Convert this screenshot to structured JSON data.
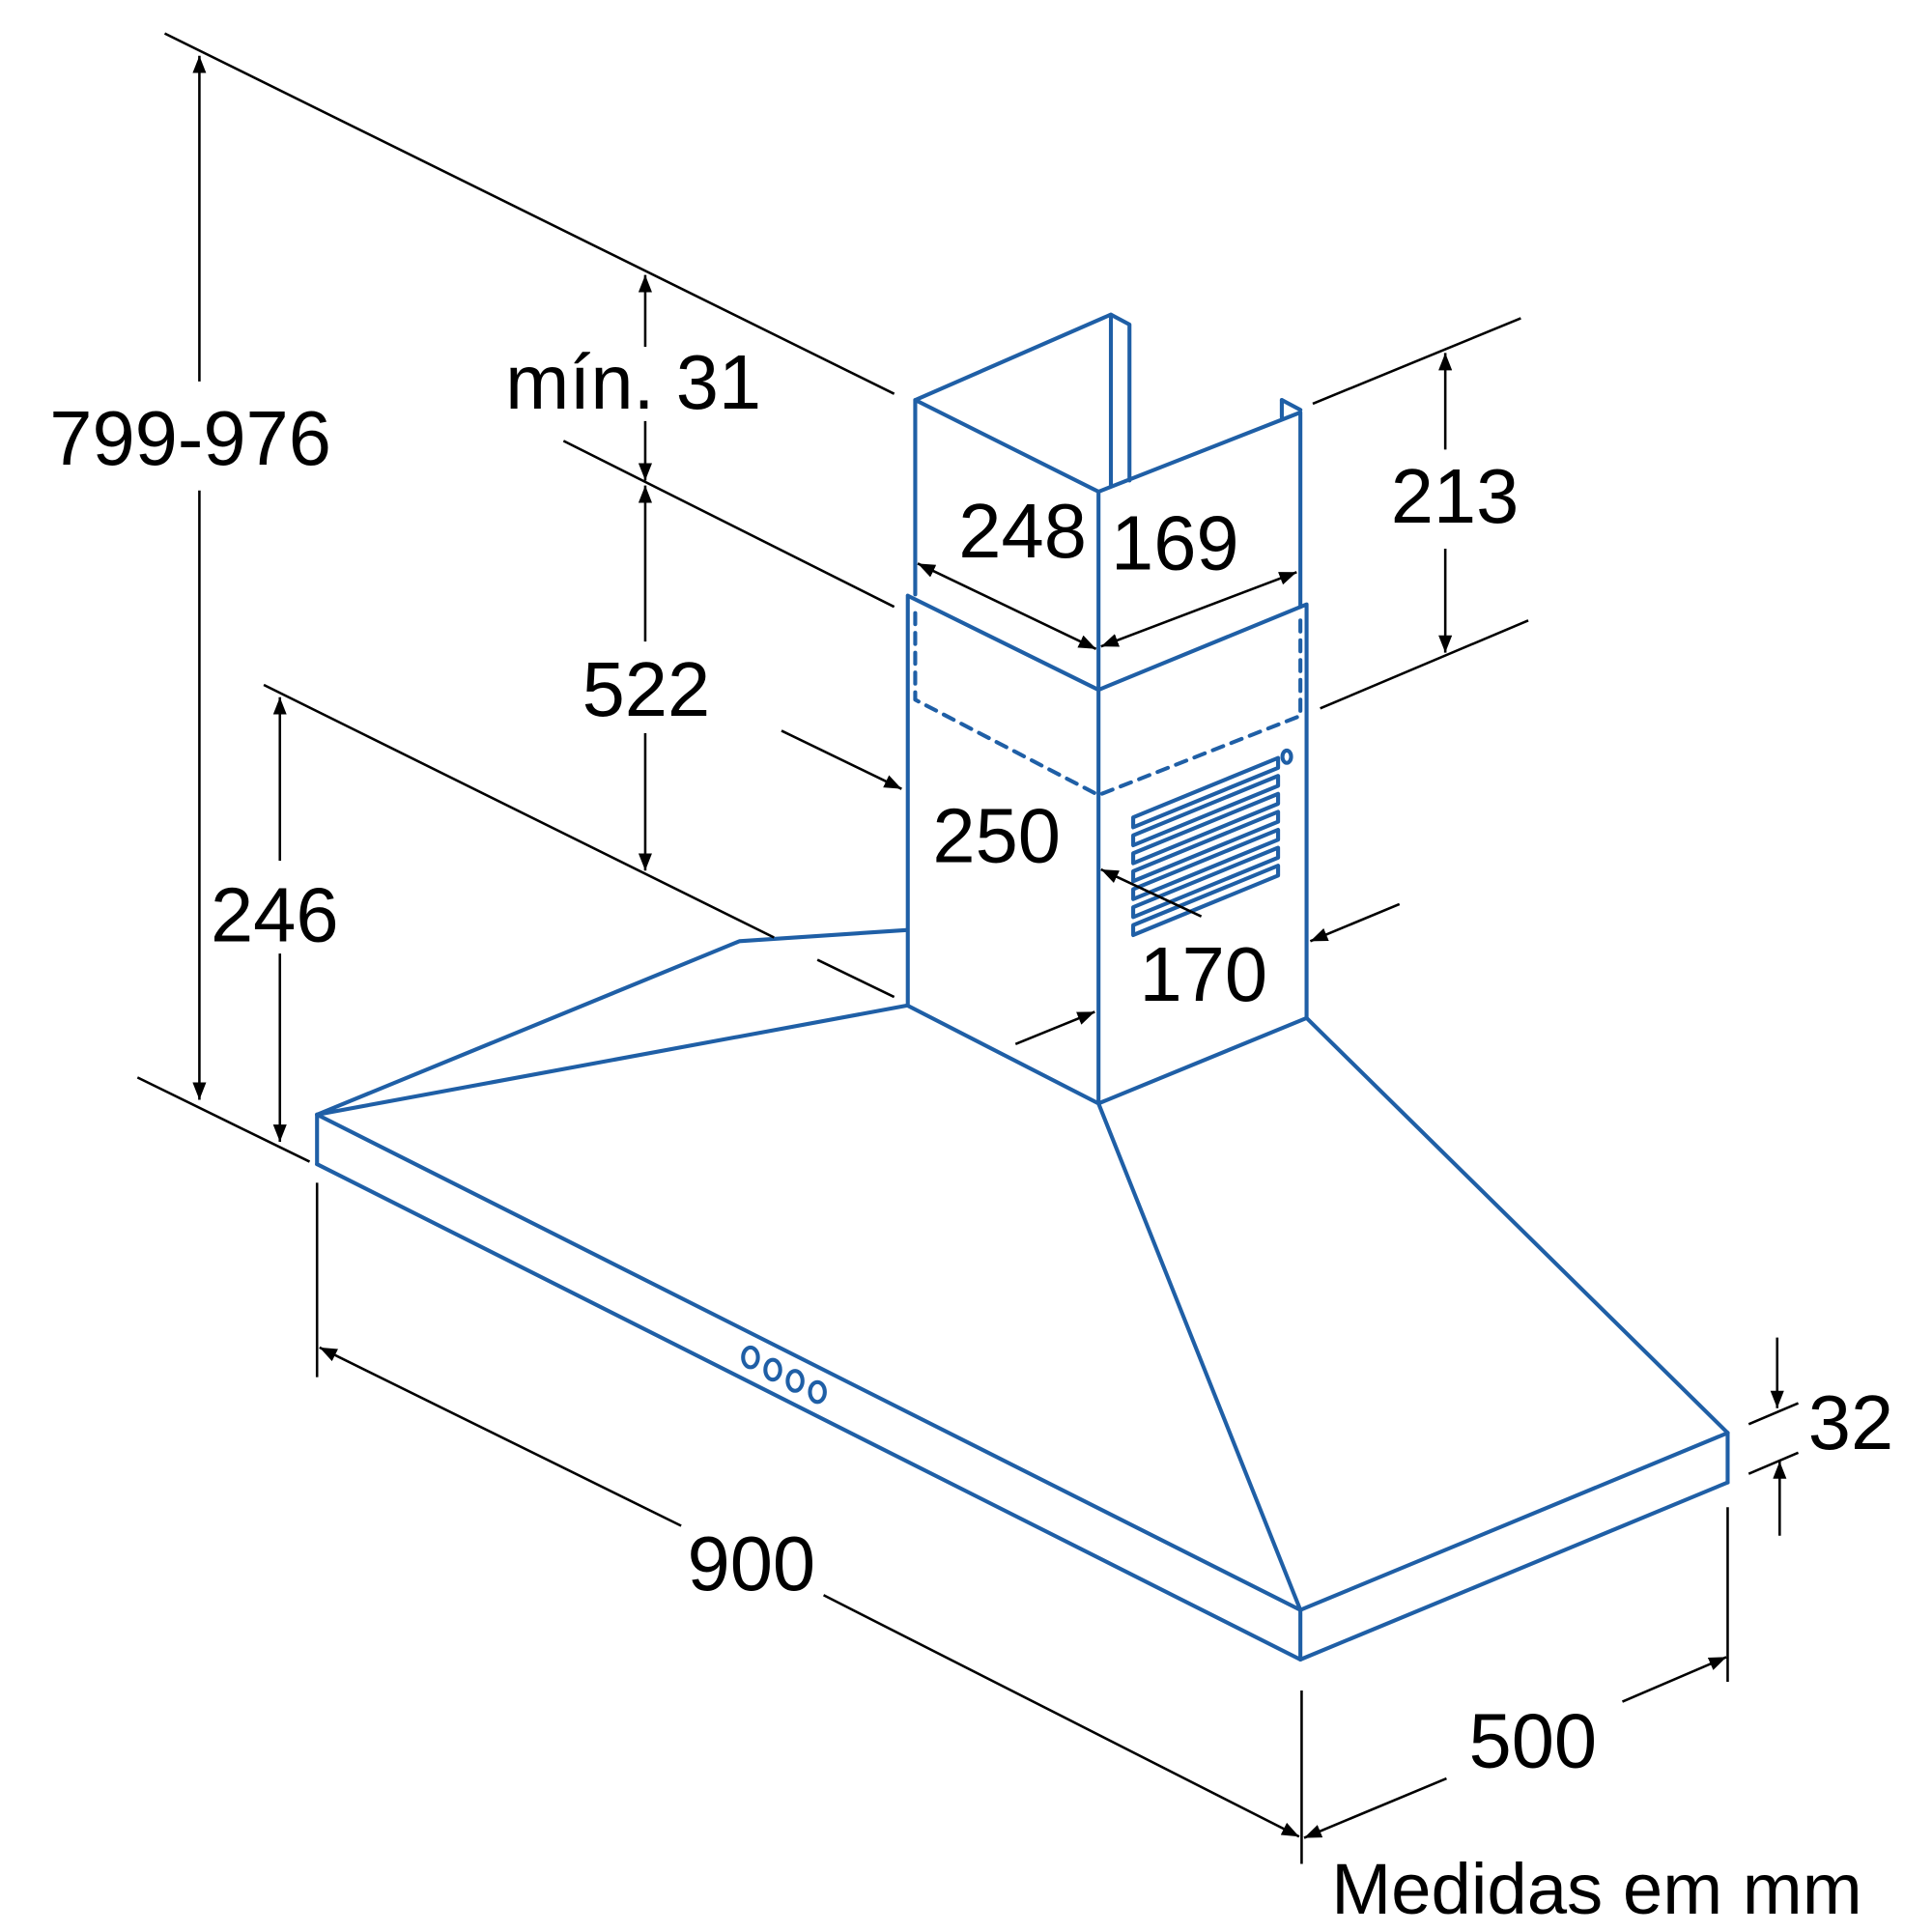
{
  "labels": {
    "total_height": "799-976",
    "min_clearance": "mín. 31",
    "chimney_lower": "522",
    "canopy_height": "246",
    "chimney_width": "248",
    "chimney_depth": "169",
    "upper_overlap": "213",
    "lower_width": "250",
    "lower_depth": "170",
    "edge_height": "32",
    "hood_width": "900",
    "hood_depth": "500"
  },
  "units_note": "Medidas em mm",
  "colors": {
    "outline": "#1f5fa6",
    "dimension": "#000000"
  }
}
